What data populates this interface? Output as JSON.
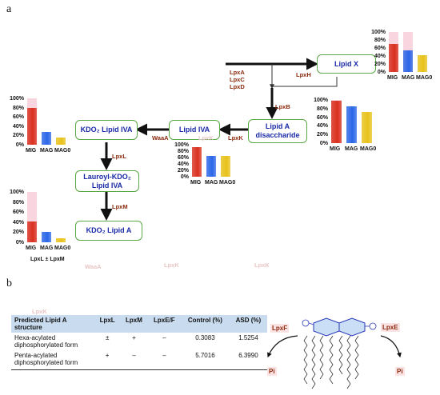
{
  "panels": {
    "a": "a",
    "b": "b"
  },
  "nodes": {
    "lipid_x": "Lipid X",
    "lipid_a_disaccharide": "Lipid A disaccharide",
    "lipid_iva": "Lipid IVA",
    "kdo2_lipid_iva": "KDO₂ Lipid IVA",
    "lauroyl_kdo2_lipid_iva": "Lauroyl-KDO₂ Lipid IVA",
    "kdo2_lipid_a": "KDO₂ Lipid A"
  },
  "enzymes": {
    "lpxa": "LpxA",
    "lpxc": "LpxC",
    "lpxd": "LpxD",
    "lpxh": "LpxH",
    "lpxb": "LpxB",
    "lpxk": "LpxK",
    "waaa": "WaaA",
    "lpxl": "LpxL",
    "lpxm": "LpxM",
    "faint_1": "LpxK",
    "faint_2": "WaaA",
    "faint_3": "LpxK",
    "faint_4": "LpxK",
    "faint_5": "LpxK"
  },
  "chart_labels": {
    "y_ticks": [
      "100%",
      "80%",
      "60%",
      "40%",
      "20%",
      "0%"
    ],
    "categories": [
      "MIG",
      "MAG",
      "MAG0"
    ],
    "footnote": "LpxL ± LpxM"
  },
  "chart_data": [
    {
      "type": "bar",
      "id": "lipid-x",
      "categories": [
        "MIG",
        "MAG",
        "MAG0"
      ],
      "values": [
        70,
        55,
        42
      ],
      "background_values": [
        100,
        100,
        0
      ],
      "ylim": [
        0,
        100
      ]
    },
    {
      "type": "bar",
      "id": "lipid-a-disaccharide",
      "categories": [
        "MIG",
        "MAG",
        "MAG0"
      ],
      "values": [
        98,
        85,
        72
      ],
      "background_values": [
        100,
        0,
        0
      ],
      "ylim": [
        0,
        100
      ]
    },
    {
      "type": "bar",
      "id": "kdo2-lipid-iva",
      "categories": [
        "MIG",
        "MAG",
        "MAG0"
      ],
      "values": [
        80,
        28,
        15
      ],
      "background_values": [
        100,
        0,
        0
      ],
      "ylim": [
        0,
        100
      ]
    },
    {
      "type": "bar",
      "id": "lipid-iva",
      "categories": [
        "MIG",
        "MAG",
        "MAG0"
      ],
      "values": [
        92,
        65,
        65
      ],
      "background_values": [
        0,
        0,
        0
      ],
      "ylim": [
        0,
        100
      ]
    },
    {
      "type": "bar",
      "id": "kdo2-lipid-a",
      "categories": [
        "MIG",
        "MAG",
        "MAG0"
      ],
      "values": [
        42,
        20,
        8
      ],
      "background_values": [
        100,
        0,
        0
      ],
      "ylim": [
        0,
        100
      ]
    }
  ],
  "colors": {
    "mig": "#d9301f",
    "mag": "#2a66e8",
    "mag0": "#e8c21a",
    "node_border": "#5aa843",
    "node_text": "#1a2aa8",
    "enzyme": "#8b2a0e",
    "table_header": "#c9dcef"
  },
  "table": {
    "headers": [
      "Predicted Lipid A structure",
      "LpxL",
      "LpxM",
      "LpxE/F",
      "Control (%)",
      "ASD (%)"
    ],
    "rows": [
      [
        "Hexa-acylated diphosphorylated form",
        "±",
        "+",
        "–",
        "0.3083",
        "1.5254"
      ],
      [
        "Penta-acylated diphosphorylated form",
        "+",
        "–",
        "–",
        "5.7016",
        "6.3990"
      ]
    ]
  },
  "structure": {
    "lpxf": "LpxF",
    "lpxe": "LpxE",
    "pi_left": "Pi",
    "pi_right": "Pi"
  }
}
